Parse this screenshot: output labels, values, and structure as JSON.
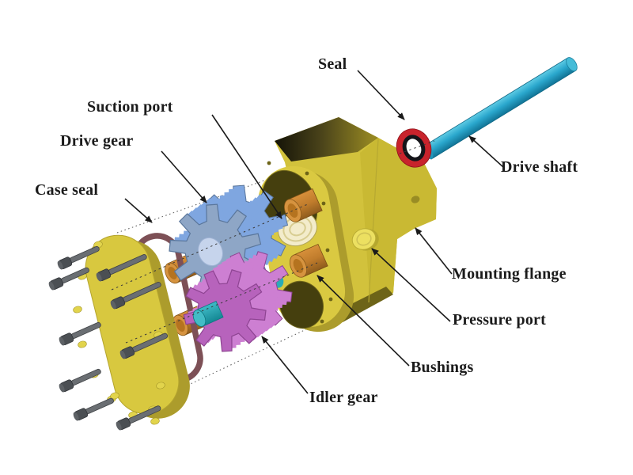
{
  "figure": {
    "type": "exploded-view-diagram",
    "background": "#ffffff"
  },
  "labels": {
    "seal": "Seal",
    "suction_port": "Suction port",
    "drive_gear": "Drive gear",
    "case_seal": "Case seal",
    "drive_shaft": "Drive shaft",
    "mounting_flange": "Mounting flange",
    "pressure_port": "Pressure port",
    "bushings": "Bushings",
    "idler_gear": "Idler gear"
  },
  "colors": {
    "housing_yellow": "#d2c23c",
    "housing_yellow_light": "#dac941",
    "housing_yellow_dark": "#ac9c2c",
    "housing_bottom_dark": "#6d6418",
    "flange_face": "#c9b933",
    "bore_dark": "#453f0e",
    "thread_white": "#f3eccb",
    "boss_light": "#ece061",
    "bushing_orange": "#c07c2c",
    "bushing_face": "#d6933f",
    "drive_gear_blue": "#8ea6c6",
    "drive_gear_blue_light": "#7fa6e0",
    "idler_gear_magenta": "#b763bc",
    "idler_gear_magenta_light": "#cd7fd2",
    "shaft_teal": "#2aa7cd",
    "stub_teal": "#1b9aa6",
    "seal_red": "#c8232c",
    "seal_black": "#15151a",
    "case_seal_brown": "#7d5056",
    "bolt_gray": "#4b4f53",
    "bolt_shaft_gray": "#6a6e72",
    "line_color": "#1a1a1a",
    "guide_color": "#555555"
  }
}
